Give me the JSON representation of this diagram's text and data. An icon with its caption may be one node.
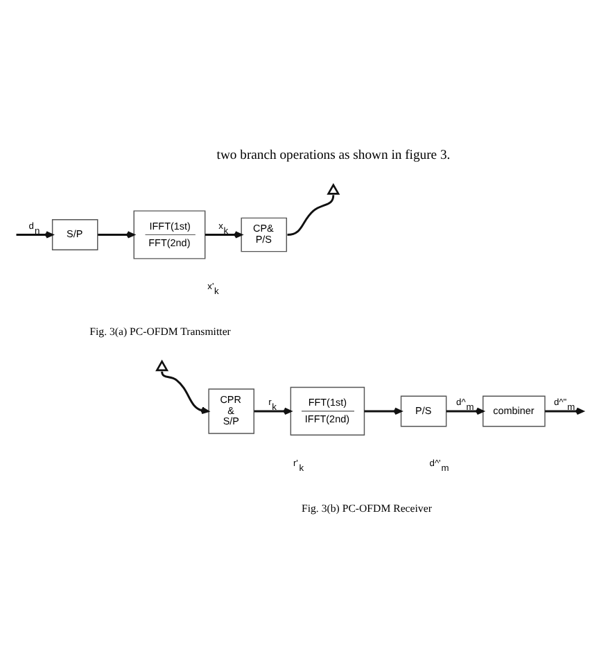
{
  "diagram": {
    "nodes": [
      {
        "text": [
          "S/P"
        ]
      },
      {
        "text": [
          "IFFT(1st)",
          "FFT(2nd)"
        ]
      },
      {
        "text": [
          "CP& P/S"
        ]
      },
      {
        "text": [],
        "shape": "triangle"
      },
      {
        "text": [],
        "shape": "triangle"
      },
      {
        "text": [
          "CPR & S/P"
        ]
      },
      {
        "text": [
          "FFT(1st)",
          "IFFT(2nd)"
        ]
      },
      {
        "text": [
          "P/S"
        ]
      },
      {
        "text": [
          "combiner"
        ]
      }
    ],
    "edges": [
      {
        "from": null,
        "to": 0,
        "arrow": "to",
        "label": "d$_{n}$"
      },
      {
        "from": 0,
        "to": 1,
        "arrow": "to"
      },
      {
        "from": 1,
        "to": 2,
        "arrow": "to",
        "label": "x$_{k}$"
      },
      {
        "from": 2,
        "to": 3,
        "arrow": "none"
      },
      {
        "from": 4,
        "to": 5,
        "arrow": "to"
      },
      {
        "from": 5,
        "to": 6,
        "arrow": "to",
        "label": "r$_{k}$"
      },
      {
        "from": 6,
        "to": 7,
        "arrow": "to"
      },
      {
        "from": 7,
        "to": 8,
        "arrow": "to",
        "label": "d^$_{m}$"
      },
      {
        "from": 8,
        "to": null,
        "arrow": "to",
        "label": "d^\"$_{m}$"
      }
    ],
    "labels": [
      "two branch operations as shown in figure 3.",
      "x'$_{k}$",
      "Fig. 3(a) PC-OFDM Transmitter",
      "r'$_{k}$",
      "d^'$_{m}$",
      "Fig. 3(b) PC-OFDM Receiver"
    ]
  }
}
